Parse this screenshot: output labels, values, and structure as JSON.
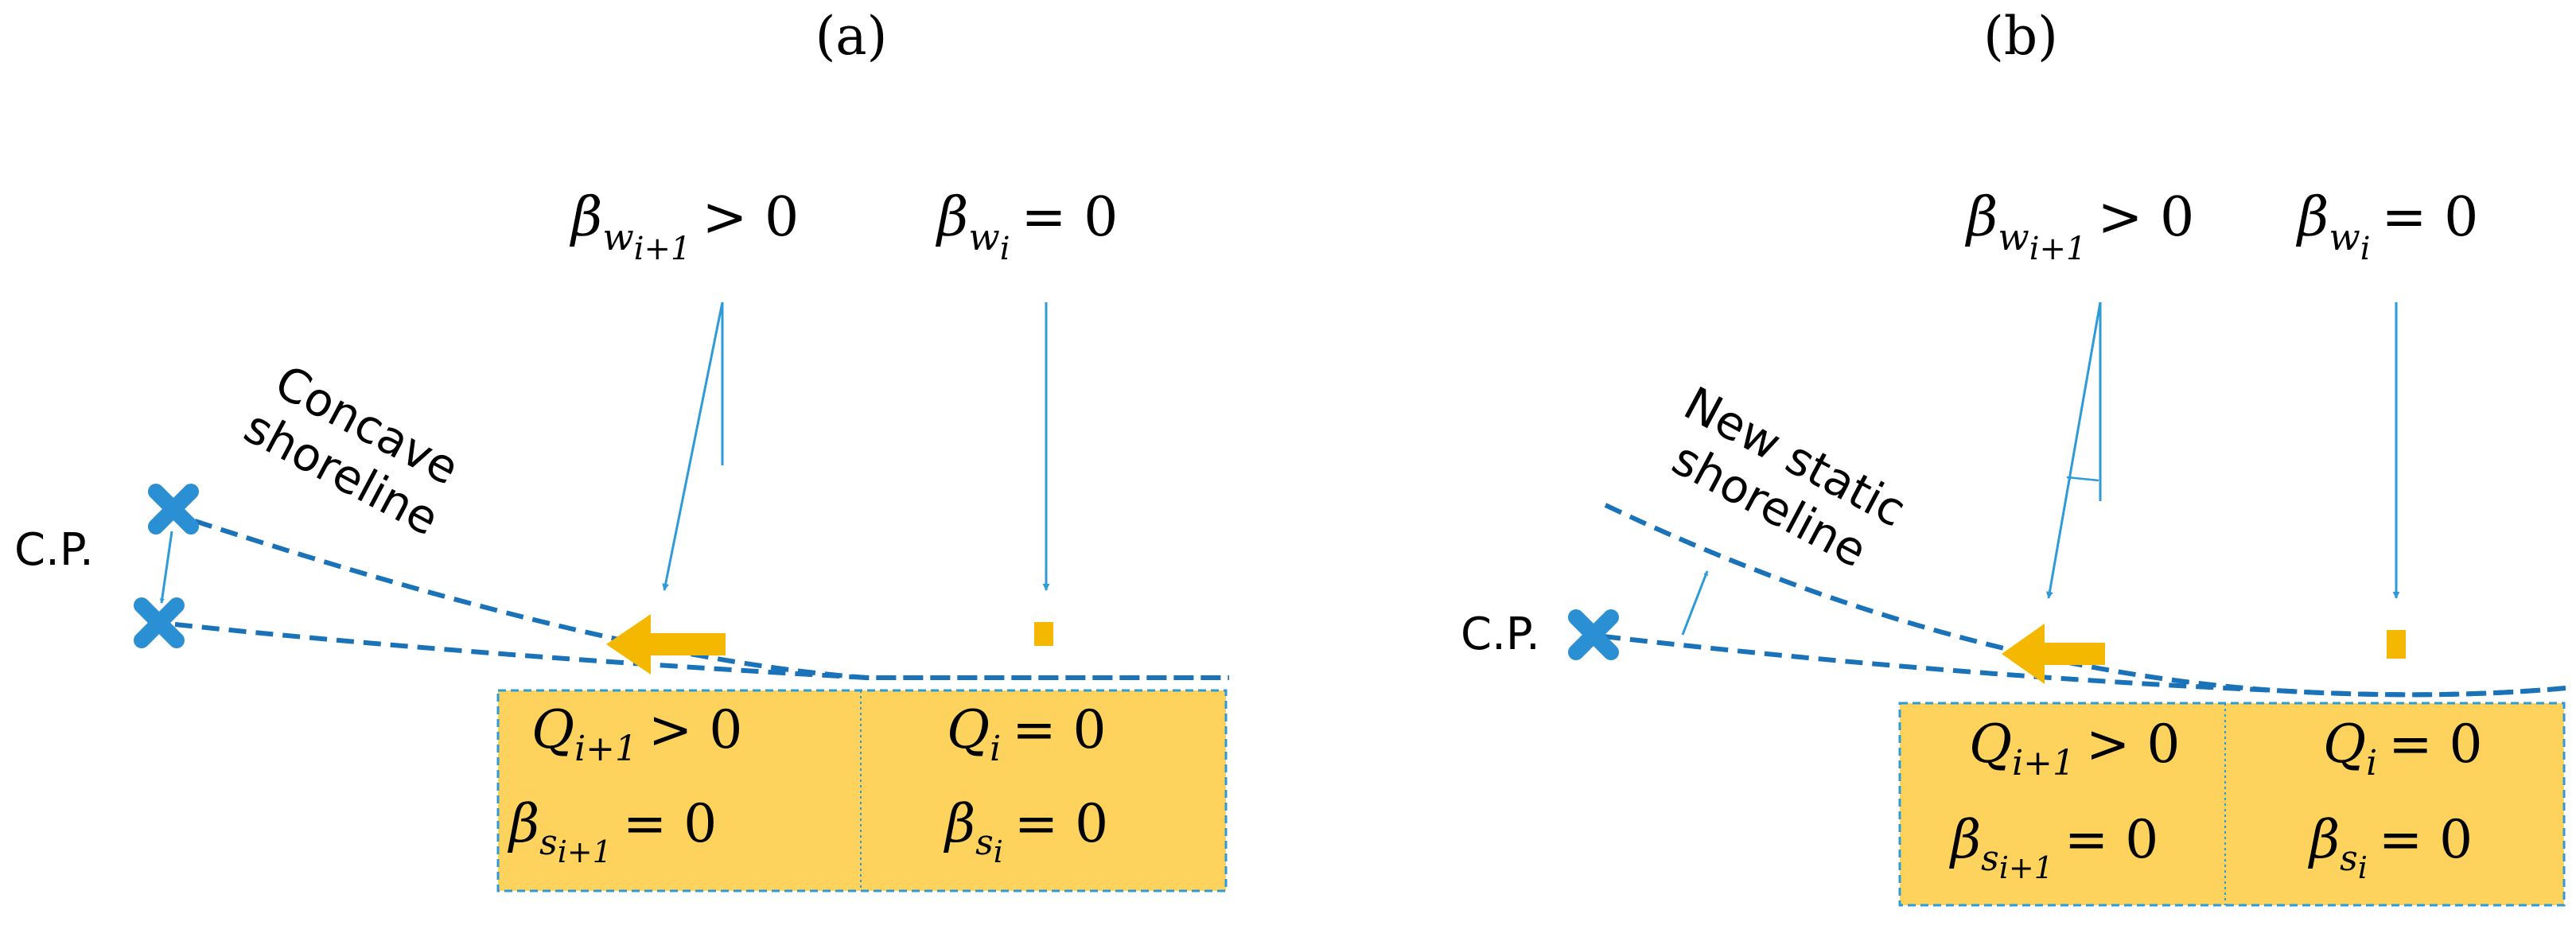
{
  "colors": {
    "shoreline": "#1a73b8",
    "arrow_blue": "#2e9ad8",
    "cross_blue": "#2b8fd4",
    "yellow_fill": "#fdd35d",
    "yellow_arrow": "#f5b800",
    "text": "#000000"
  },
  "icons": {
    "control_point": "cross-icon",
    "transport": "arrow-left-icon",
    "zero_transport": "square-icon"
  },
  "panel_a": {
    "label": "(a)",
    "beta_w_next": {
      "base": "β",
      "sub": "w",
      "subsub": "i+1",
      "rel": "> 0"
    },
    "beta_w_cur": {
      "base": "β",
      "sub": "w",
      "subsub": "i",
      "rel": "= 0"
    },
    "shoreline_label_line1": "Concave",
    "shoreline_label_line2": "shoreline",
    "cp_label": "C.P.",
    "cells": [
      {
        "q": {
          "base": "Q",
          "sub": "i+1",
          "rel": "> 0"
        },
        "beta_s": {
          "base": "β",
          "sub": "s",
          "subsub": "i+1",
          "rel": "= 0"
        }
      },
      {
        "q": {
          "base": "Q",
          "sub": "i",
          "rel": "= 0"
        },
        "beta_s": {
          "base": "β",
          "sub": "s",
          "subsub": "i",
          "rel": "= 0"
        }
      }
    ]
  },
  "panel_b": {
    "label": "(b)",
    "beta_w_next": {
      "base": "β",
      "sub": "w",
      "subsub": "i+1",
      "rel": "> 0"
    },
    "beta_w_cur": {
      "base": "β",
      "sub": "w",
      "subsub": "i",
      "rel": "= 0"
    },
    "shoreline_label_line1": "New static",
    "shoreline_label_line2": "shoreline",
    "cp_label": "C.P.",
    "cells": [
      {
        "q": {
          "base": "Q",
          "sub": "i+1",
          "rel": "> 0"
        },
        "beta_s": {
          "base": "β",
          "sub": "s",
          "subsub": "i+1",
          "rel": "= 0"
        }
      },
      {
        "q": {
          "base": "Q",
          "sub": "i",
          "rel": "= 0"
        },
        "beta_s": {
          "base": "β",
          "sub": "s",
          "subsub": "i",
          "rel": "= 0"
        }
      }
    ]
  }
}
